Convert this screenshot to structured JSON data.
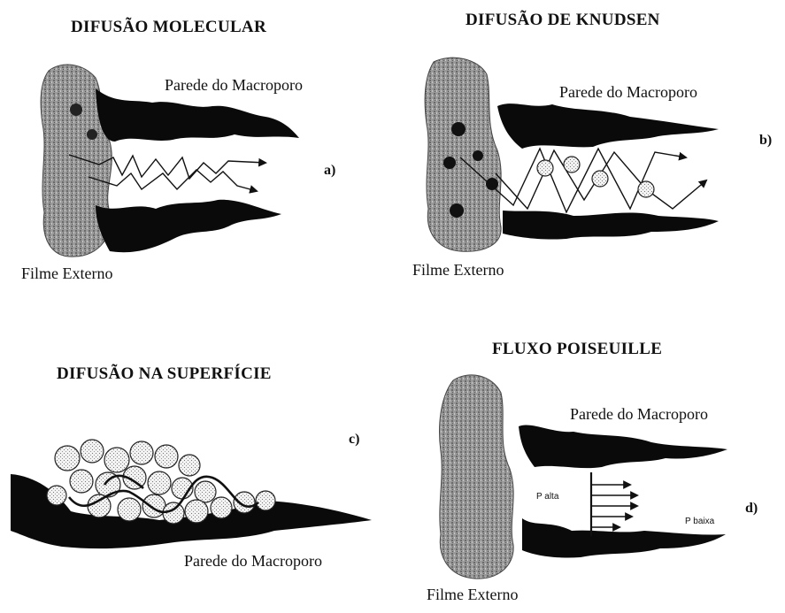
{
  "panels": {
    "a": {
      "title": "DIFUSÃO MOLECULAR",
      "wall": "Parede do Macroporo",
      "film": "Filme Externo",
      "tag": "a)"
    },
    "b": {
      "title": "DIFUSÃO DE KNUDSEN",
      "wall": "Parede do Macroporo",
      "film": "Filme Externo",
      "tag": "b)"
    },
    "c": {
      "title": "DIFUSÃO NA SUPERFÍCIE",
      "wall": "Parede do Macroporo",
      "tag": "c)"
    },
    "d": {
      "title": "FLUXO POISEUILLE",
      "wall": "Parede do Macroporo",
      "film": "Filme Externo",
      "tag": "d)",
      "p_high": "P alta",
      "p_low": "P baixa"
    }
  },
  "colors": {
    "wall": "#0a0a0a",
    "film": "#8a8a8a",
    "particle": "#dcdcdc"
  }
}
